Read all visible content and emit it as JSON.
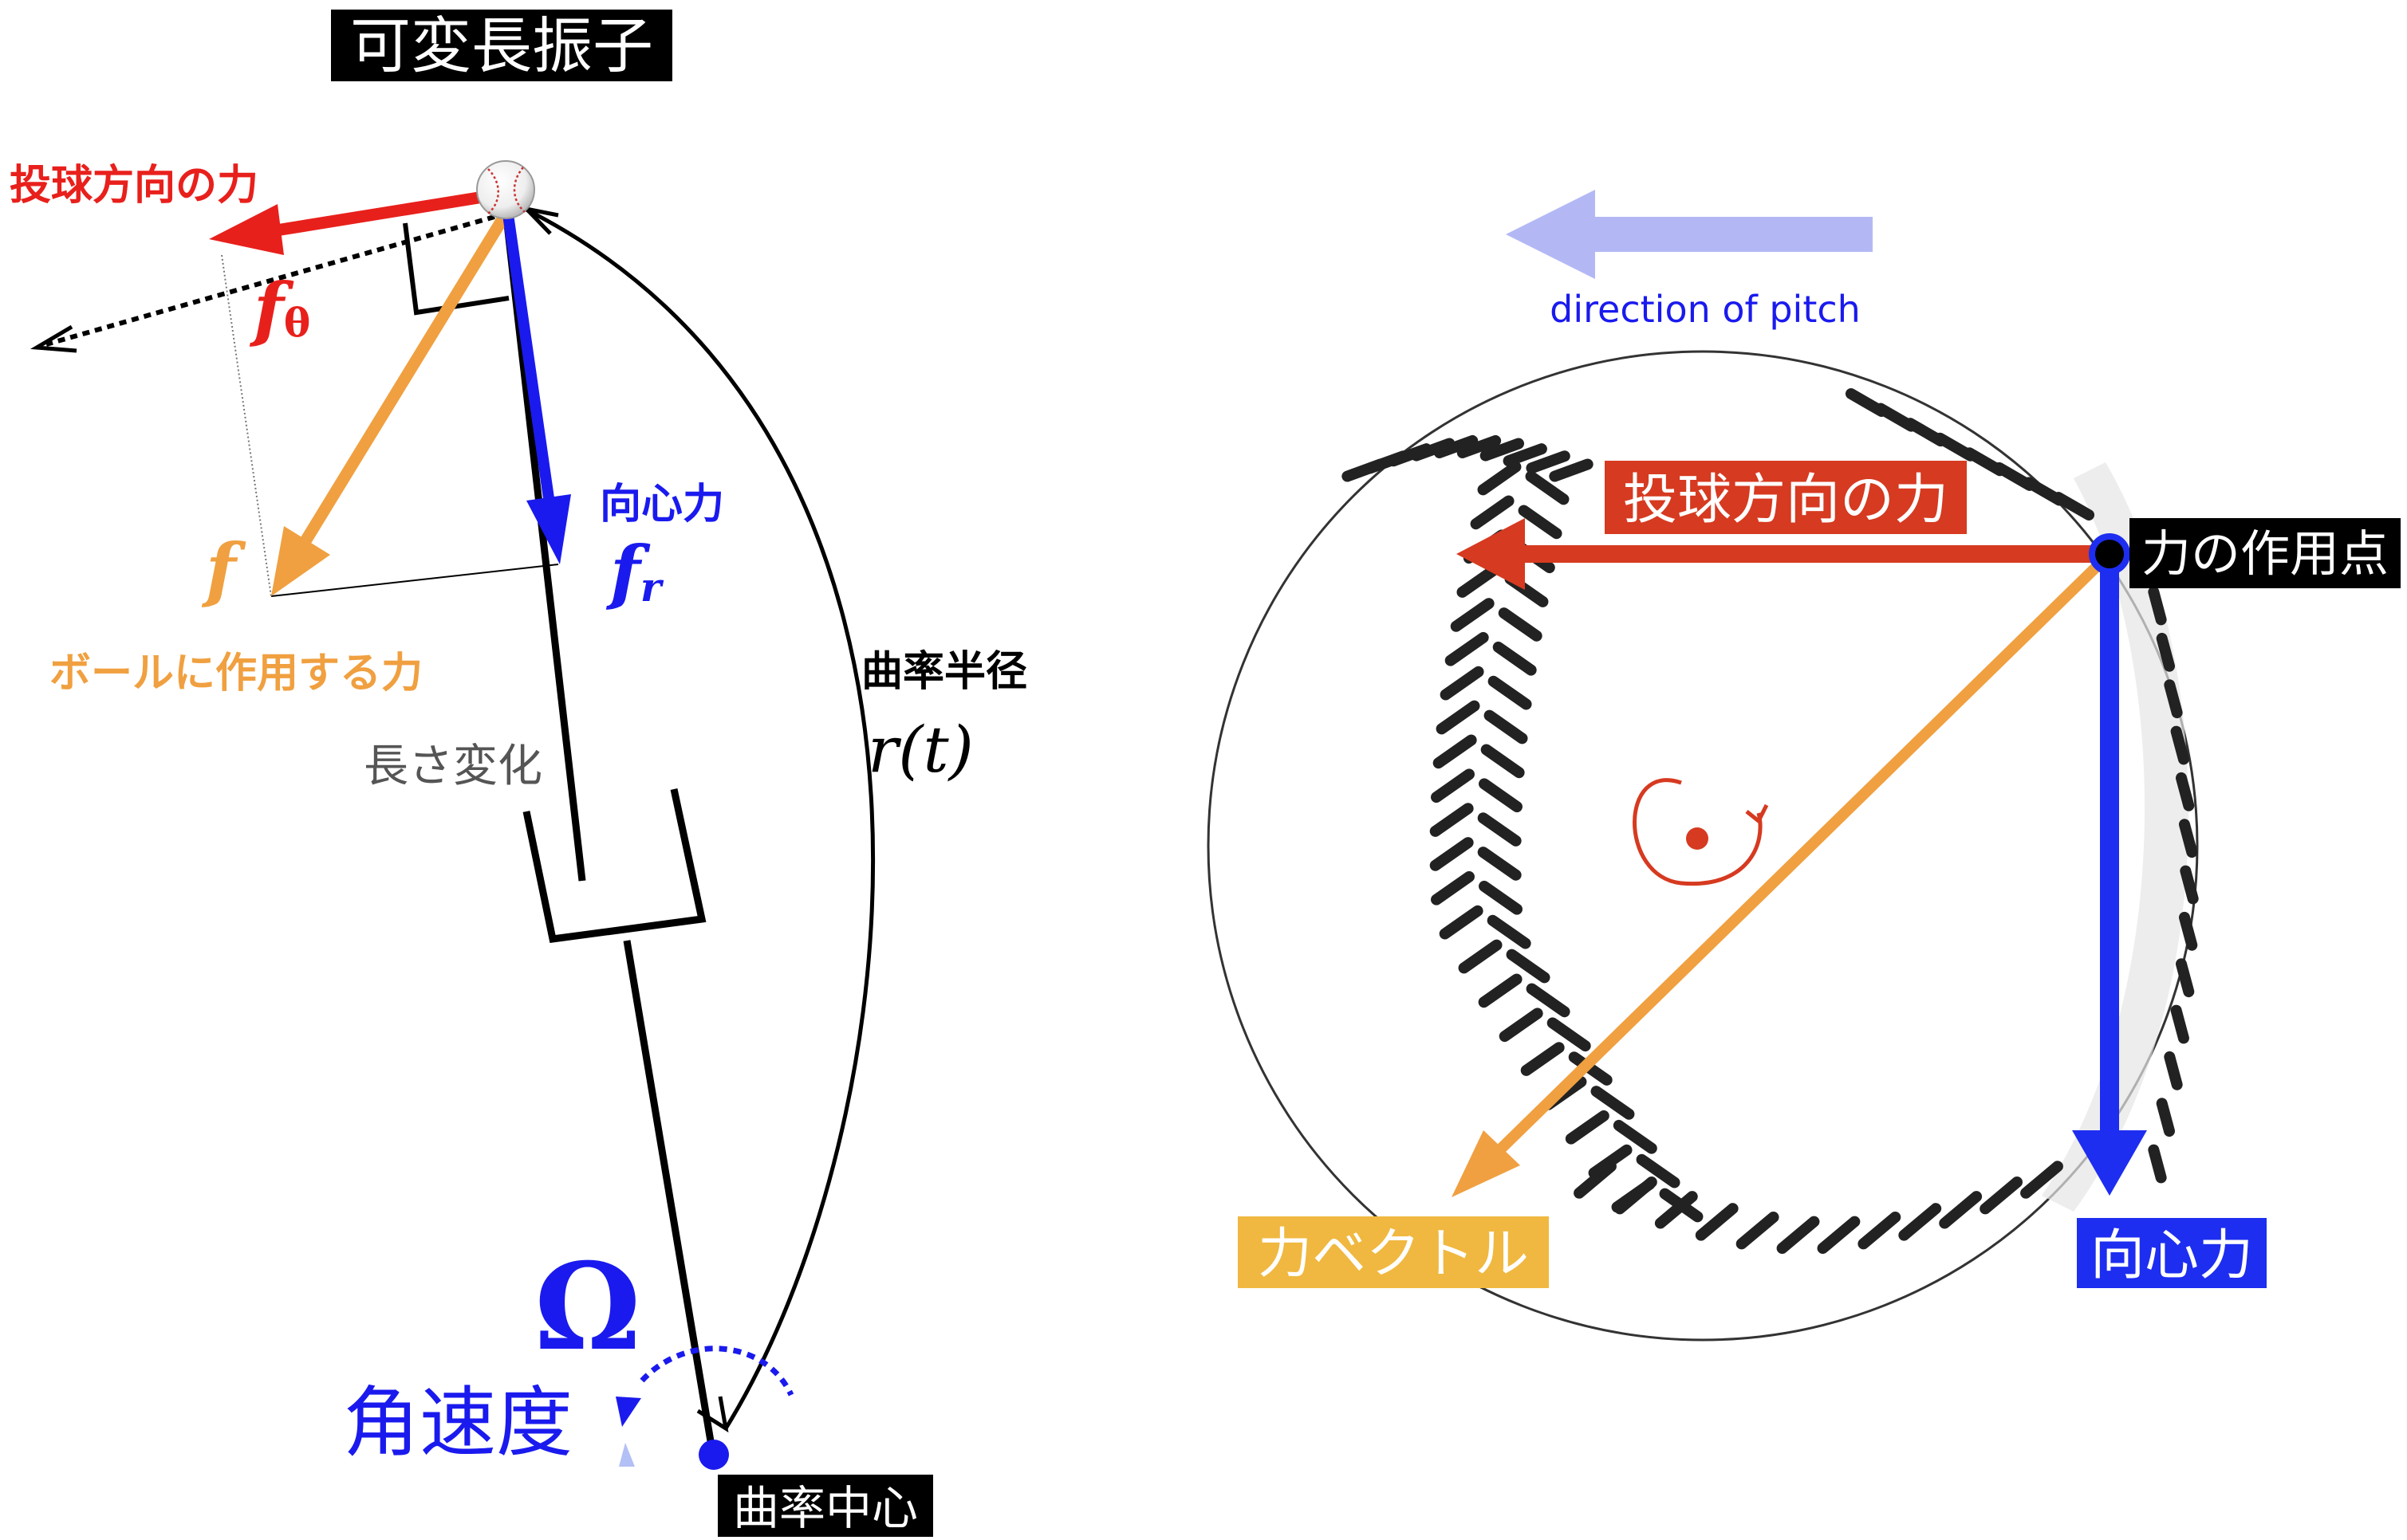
{
  "left_panel": {
    "title": "可変長振子",
    "force_throw_label": "投球方向の力",
    "f_theta_symbol": "f",
    "f_theta_subscript": "θ",
    "f_symbol": "f",
    "ball_force_label": "ボールに作用する力",
    "centripetal_label": "向心力",
    "f_r_symbol": "f",
    "f_r_subscript": "r",
    "curvature_radius_label": "曲率半径",
    "r_of_t": "r(t)",
    "length_change_label": "長さ変化",
    "omega_symbol": "Ω",
    "angular_velocity_label": "角速度",
    "curvature_center_label": "曲率中心"
  },
  "right_panel": {
    "pitch_direction_label": "direction of pitch",
    "throw_force_label": "投球方向の力",
    "application_point_label": "力の作用点",
    "force_vector_label": "力ベクトル",
    "centripetal_label": "向心力"
  },
  "colors": {
    "red": "#e8201c",
    "red_dark": "#d63a20",
    "blue": "#1a1aee",
    "orange": "#f0a040",
    "black": "#000000",
    "gray_text": "#555555",
    "pitch_arrow": "#b3b8f5",
    "orange_box": "#f0b840",
    "blue_box": "#1d2ef0",
    "red_box": "#d63a20"
  }
}
